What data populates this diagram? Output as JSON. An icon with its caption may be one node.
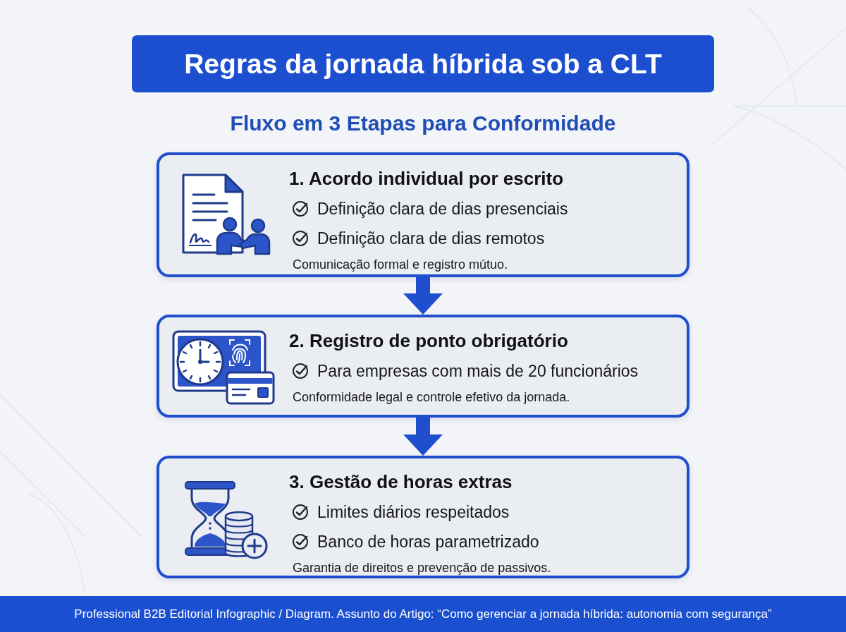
{
  "diagram": {
    "title": "Regras da jornada híbrida sob a CLT",
    "caption": "Professional B2B Editorial Infographic / Diagram. Assunto do Artigo: “Como gerenciar a jornada híbrida: autonomia com segurança”",
    "labels": [
      "Fluxo em 3 Etapas para Conformidade"
    ],
    "nodes": [
      {
        "text": [
          "1. Acordo individual por escrito",
          "Definição clara de dias presenciais",
          "Definição clara de dias remotos",
          "Comunicação formal e registro mútuo."
        ]
      },
      {
        "text": [
          "2. Registro de ponto obrigatório",
          "Para empresas com mais de 20 funcionários",
          "Conformidade legal e controle efetivo da jornada."
        ]
      },
      {
        "text": [
          "3. Gestão de horas extras",
          "Limites diários respeitados",
          "Banco de horas parametrizado",
          "Garantia de direitos e prevenção de passivos."
        ]
      }
    ],
    "edges": [
      {
        "from": 0,
        "to": 1,
        "arrow": "to"
      },
      {
        "from": 1,
        "to": 2,
        "arrow": "to"
      }
    ]
  }
}
